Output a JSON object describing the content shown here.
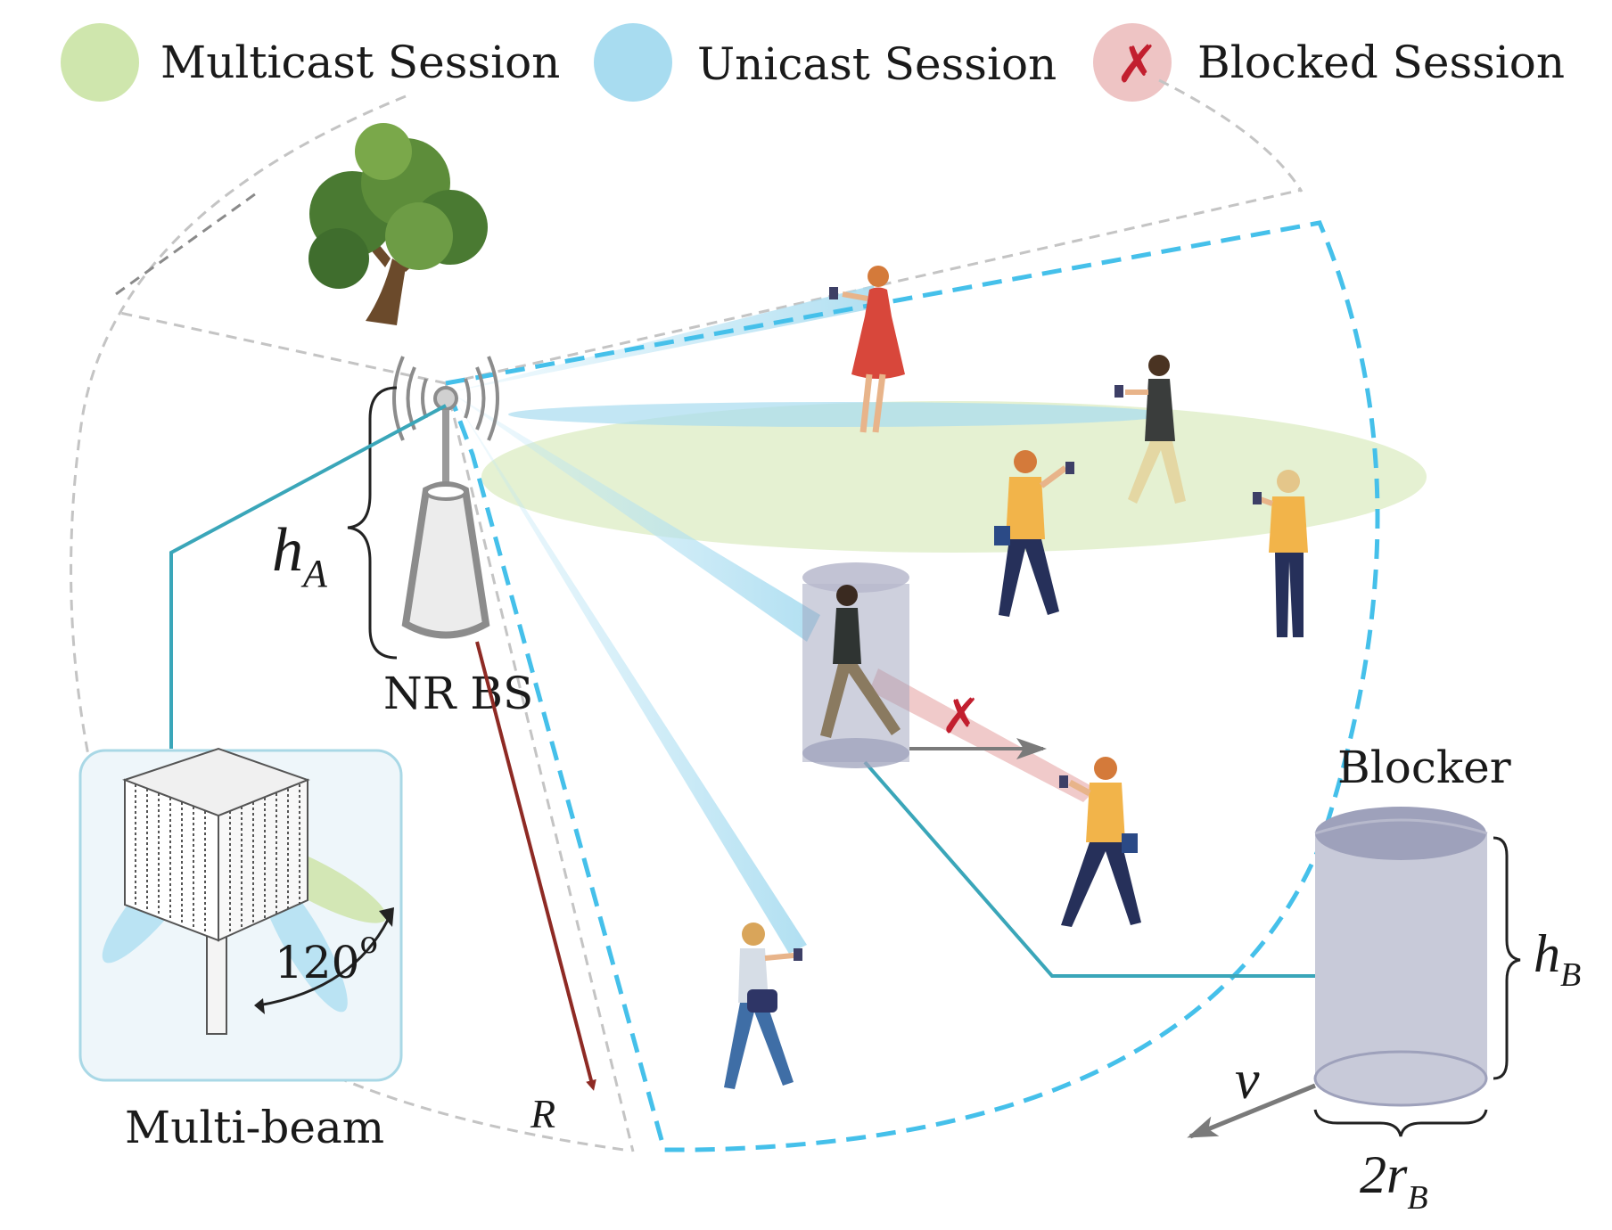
{
  "legend": {
    "multicast": "Multicast Session",
    "unicast": "Unicast Session",
    "blocked": "Blocked Session"
  },
  "labels": {
    "base_station": "NR BS",
    "blocker": "Blocker",
    "multibeam": "Multi-beam",
    "angle": "120",
    "angle_unit": "o",
    "height_a": "h",
    "height_a_sub": "A",
    "height_b": "h",
    "height_b_sub": "B",
    "radius": "R",
    "velocity": "v",
    "diameter": "2r",
    "diameter_sub": "B",
    "blocked_mark": "✗"
  },
  "colors": {
    "multicast": "#cfe6ad",
    "unicast": "#a8dcf0",
    "blocked": "#eec4c4",
    "blocked_mark": "#c21f2f",
    "sector_dash": "#45c0ea",
    "link_line": "#3aa6b9",
    "radius_line": "#8e2a24",
    "blocker_body": "#c8cad9",
    "blocker_top": "#9ea1bb"
  }
}
